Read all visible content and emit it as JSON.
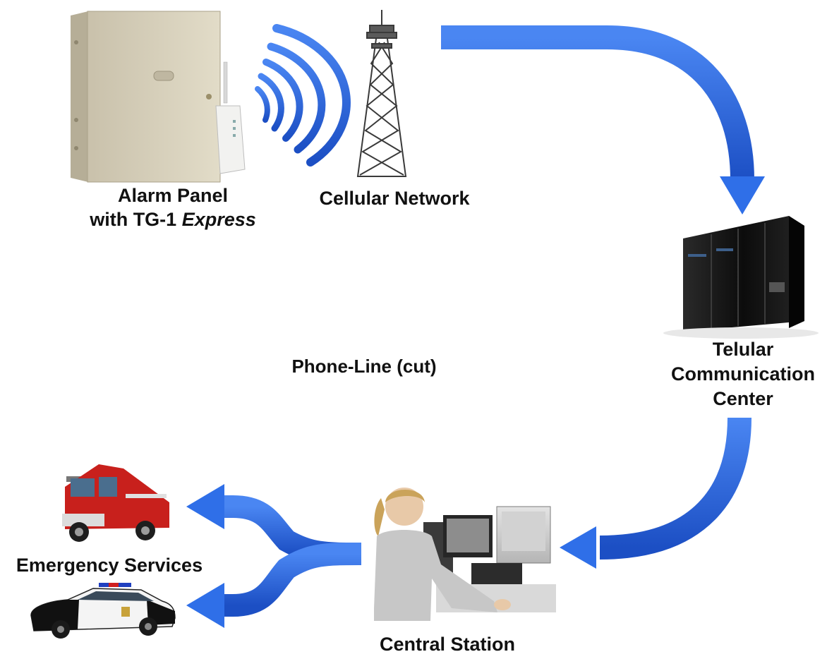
{
  "labels": {
    "alarm_panel_line1": "Alarm Panel",
    "alarm_panel_line2_prefix": "with TG-1 ",
    "alarm_panel_line2_italic": "Express",
    "cellular_network": "Cellular Network",
    "telular_line1": "Telular",
    "telular_line2": "Communication",
    "telular_line3": "Center",
    "phone_line": "Phone-Line (cut)",
    "emergency_services": "Emergency Services",
    "central_station": "Central Station"
  },
  "colors": {
    "arrow": "#2f6fe8",
    "arrow_dark": "#1848b8",
    "panel": "#d9d2bd",
    "server": "#141414",
    "fire_truck": "#c8201c",
    "police_car": "#f4f4f4",
    "text": "#111111"
  }
}
